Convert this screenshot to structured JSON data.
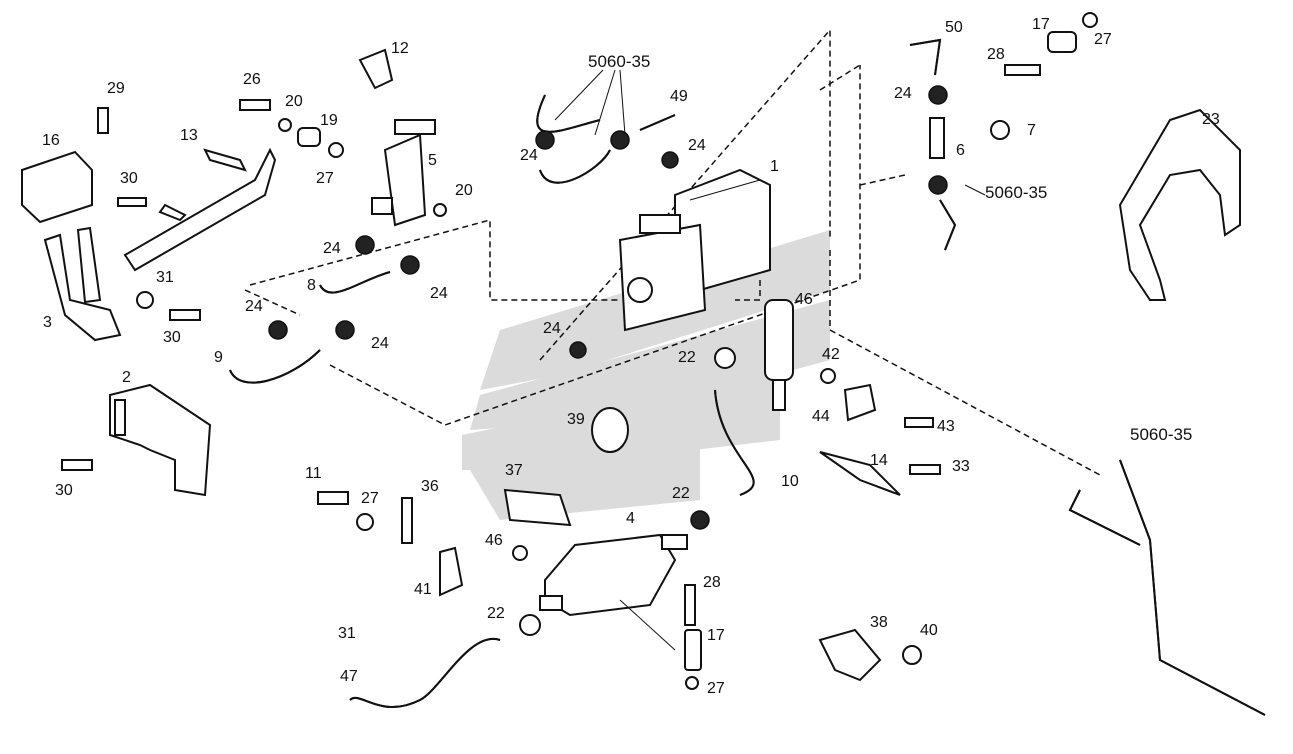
{
  "diagram": {
    "callouts": [
      {
        "id": "c1",
        "label": "1"
      },
      {
        "id": "c2",
        "label": "2"
      },
      {
        "id": "c3",
        "label": "3"
      },
      {
        "id": "c4",
        "label": "4"
      },
      {
        "id": "c5",
        "label": "5"
      },
      {
        "id": "c6",
        "label": "6"
      },
      {
        "id": "c7",
        "label": "7"
      },
      {
        "id": "c8",
        "label": "8"
      },
      {
        "id": "c9",
        "label": "9"
      },
      {
        "id": "c10",
        "label": "10"
      },
      {
        "id": "c11",
        "label": "11"
      },
      {
        "id": "c12",
        "label": "12"
      },
      {
        "id": "c13",
        "label": "13"
      },
      {
        "id": "c14",
        "label": "14"
      },
      {
        "id": "c16",
        "label": "16"
      },
      {
        "id": "c17a",
        "label": "17"
      },
      {
        "id": "c17b",
        "label": "17"
      },
      {
        "id": "c19",
        "label": "19"
      },
      {
        "id": "c20a",
        "label": "20"
      },
      {
        "id": "c20b",
        "label": "20"
      },
      {
        "id": "c22a",
        "label": "22"
      },
      {
        "id": "c22b",
        "label": "22"
      },
      {
        "id": "c22c",
        "label": "22"
      },
      {
        "id": "c23",
        "label": "23"
      },
      {
        "id": "c24a",
        "label": "24"
      },
      {
        "id": "c24b",
        "label": "24"
      },
      {
        "id": "c24c",
        "label": "24"
      },
      {
        "id": "c24d",
        "label": "24"
      },
      {
        "id": "c24e",
        "label": "24"
      },
      {
        "id": "c24f",
        "label": "24"
      },
      {
        "id": "c24g",
        "label": "24"
      },
      {
        "id": "c24h",
        "label": "24"
      },
      {
        "id": "c26",
        "label": "26"
      },
      {
        "id": "c27a",
        "label": "27"
      },
      {
        "id": "c27b",
        "label": "27"
      },
      {
        "id": "c27c",
        "label": "27"
      },
      {
        "id": "c27d",
        "label": "27"
      },
      {
        "id": "c28a",
        "label": "28"
      },
      {
        "id": "c28b",
        "label": "28"
      },
      {
        "id": "c29",
        "label": "29"
      },
      {
        "id": "c30a",
        "label": "30"
      },
      {
        "id": "c30b",
        "label": "30"
      },
      {
        "id": "c30c",
        "label": "30"
      },
      {
        "id": "c31a",
        "label": "31"
      },
      {
        "id": "c31b",
        "label": "31"
      },
      {
        "id": "c33",
        "label": "33"
      },
      {
        "id": "c36",
        "label": "36"
      },
      {
        "id": "c37",
        "label": "37"
      },
      {
        "id": "c38",
        "label": "38"
      },
      {
        "id": "c39",
        "label": "39"
      },
      {
        "id": "c40",
        "label": "40"
      },
      {
        "id": "c41",
        "label": "41"
      },
      {
        "id": "c42",
        "label": "42"
      },
      {
        "id": "c43",
        "label": "43"
      },
      {
        "id": "c44",
        "label": "44"
      },
      {
        "id": "c46a",
        "label": "46"
      },
      {
        "id": "c46b",
        "label": "46"
      },
      {
        "id": "c47",
        "label": "47"
      },
      {
        "id": "c49",
        "label": "49"
      },
      {
        "id": "c50",
        "label": "50"
      },
      {
        "id": "k1",
        "label": "5060-35"
      },
      {
        "id": "k2",
        "label": "5060-35"
      },
      {
        "id": "k3",
        "label": "5060-35"
      }
    ]
  }
}
